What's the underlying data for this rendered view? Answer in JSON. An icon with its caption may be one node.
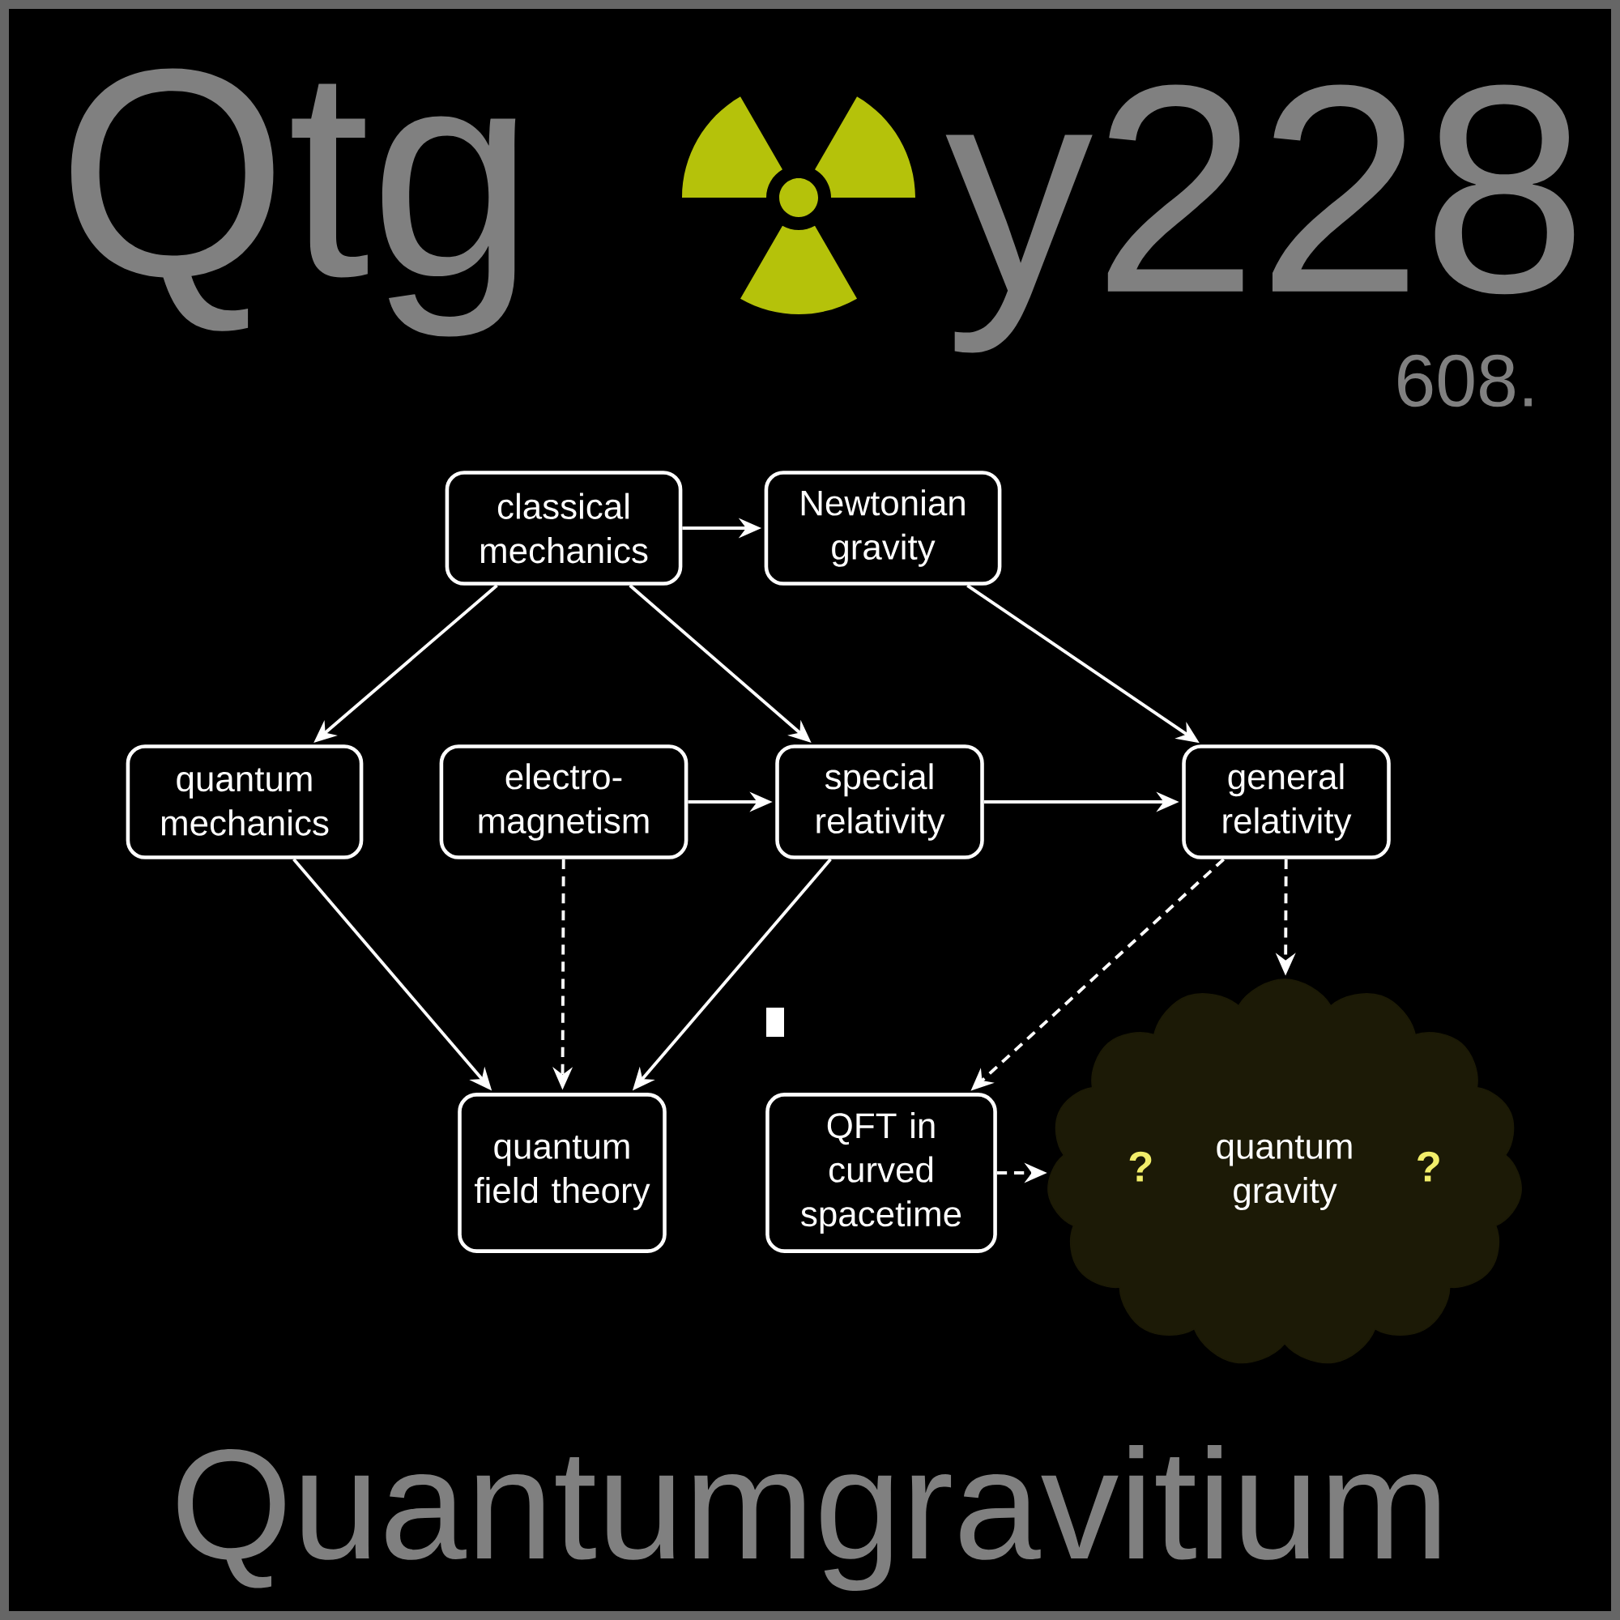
{
  "diagram": {
    "nodes": [
      {
        "text": [
          "classical mechanics"
        ]
      },
      {
        "text": [
          "Newtonian gravity"
        ]
      },
      {
        "text": [
          "quantum mechanics"
        ]
      },
      {
        "text": [
          "electro- magnetism"
        ]
      },
      {
        "text": [
          "special relativity"
        ]
      },
      {
        "text": [
          "general relativity"
        ]
      },
      {
        "text": [
          "quantum field theory"
        ]
      },
      {
        "text": [
          "QFT in curved spacetime"
        ]
      },
      {
        "text": [
          "?",
          "quantum gravity",
          "?"
        ]
      }
    ],
    "edges": [
      {
        "from": 0,
        "to": 1,
        "arrow": "to"
      },
      {
        "from": 0,
        "to": 2,
        "arrow": "to"
      },
      {
        "from": 0,
        "to": 4,
        "arrow": "to"
      },
      {
        "from": 1,
        "to": 5,
        "arrow": "to"
      },
      {
        "from": 3,
        "to": 4,
        "arrow": "to"
      },
      {
        "from": 4,
        "to": 5,
        "arrow": "to"
      },
      {
        "from": 2,
        "to": 6,
        "arrow": "to"
      },
      {
        "from": 3,
        "to": 6,
        "arrow": "to",
        "style": "dashed"
      },
      {
        "from": 4,
        "to": 6,
        "arrow": "to"
      },
      {
        "from": 5,
        "to": 7,
        "arrow": "to",
        "style": "dashed"
      },
      {
        "from": 5,
        "to": 8,
        "arrow": "to",
        "style": "dashed"
      },
      {
        "from": 7,
        "to": 8,
        "arrow": "to",
        "style": "dashed"
      }
    ],
    "labels": [
      "Qtg",
      "y228",
      "608.",
      "Quantumgravitium"
    ]
  }
}
